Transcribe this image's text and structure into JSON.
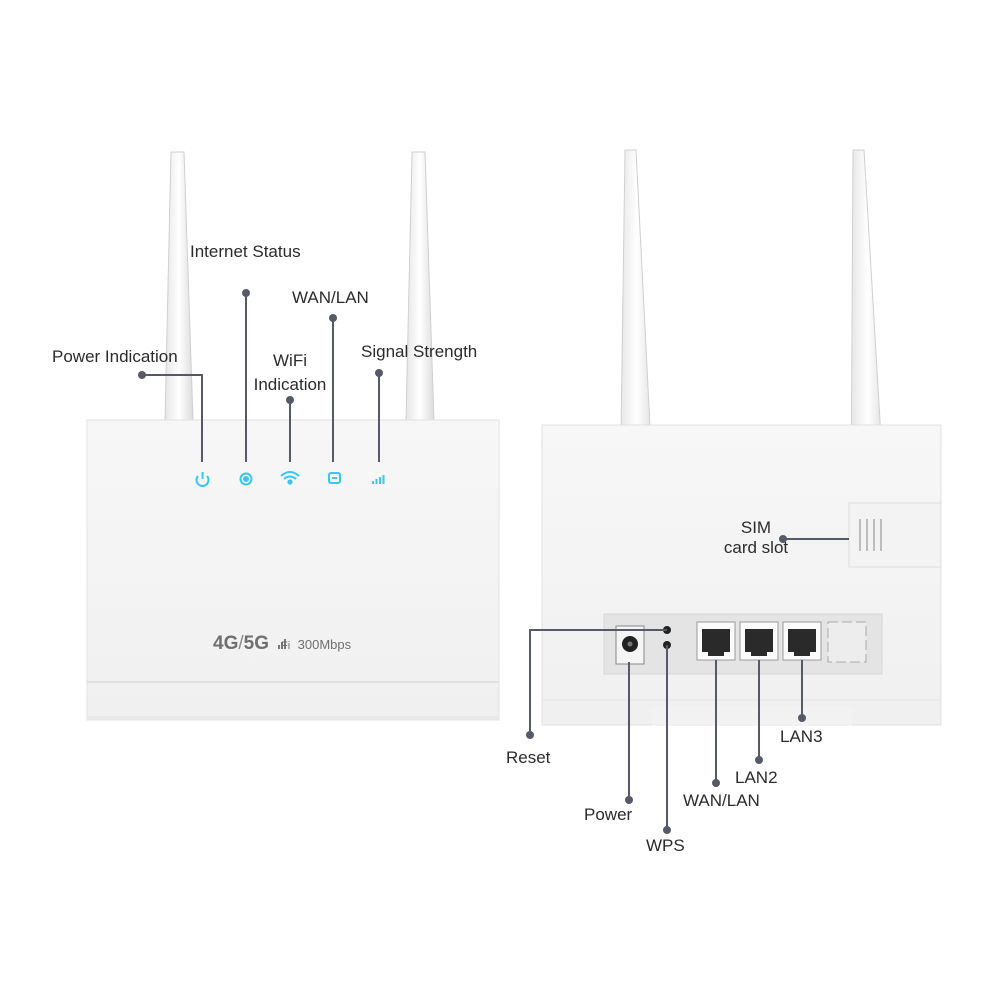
{
  "front": {
    "labels": {
      "internet_status": "Internet Status",
      "wan_lan": "WAN/LAN",
      "power_indication": "Power Indication",
      "wifi_indication_line1": "WiFi",
      "wifi_indication_line2": "Indication",
      "signal_strength": "Signal Strength"
    },
    "brand": {
      "g4": "4G",
      "g5": "5G",
      "fi": "Fi",
      "speed": "300Mbps"
    },
    "led_color": "#39c6f0"
  },
  "back": {
    "labels": {
      "sim_line1": "SIM",
      "sim_line2": "card slot",
      "reset": "Reset",
      "power": "Power",
      "wps": "WPS",
      "wan_lan": "WAN/LAN",
      "lan2": "LAN2",
      "lan3": "LAN3"
    }
  },
  "callout_color": "#555a66"
}
